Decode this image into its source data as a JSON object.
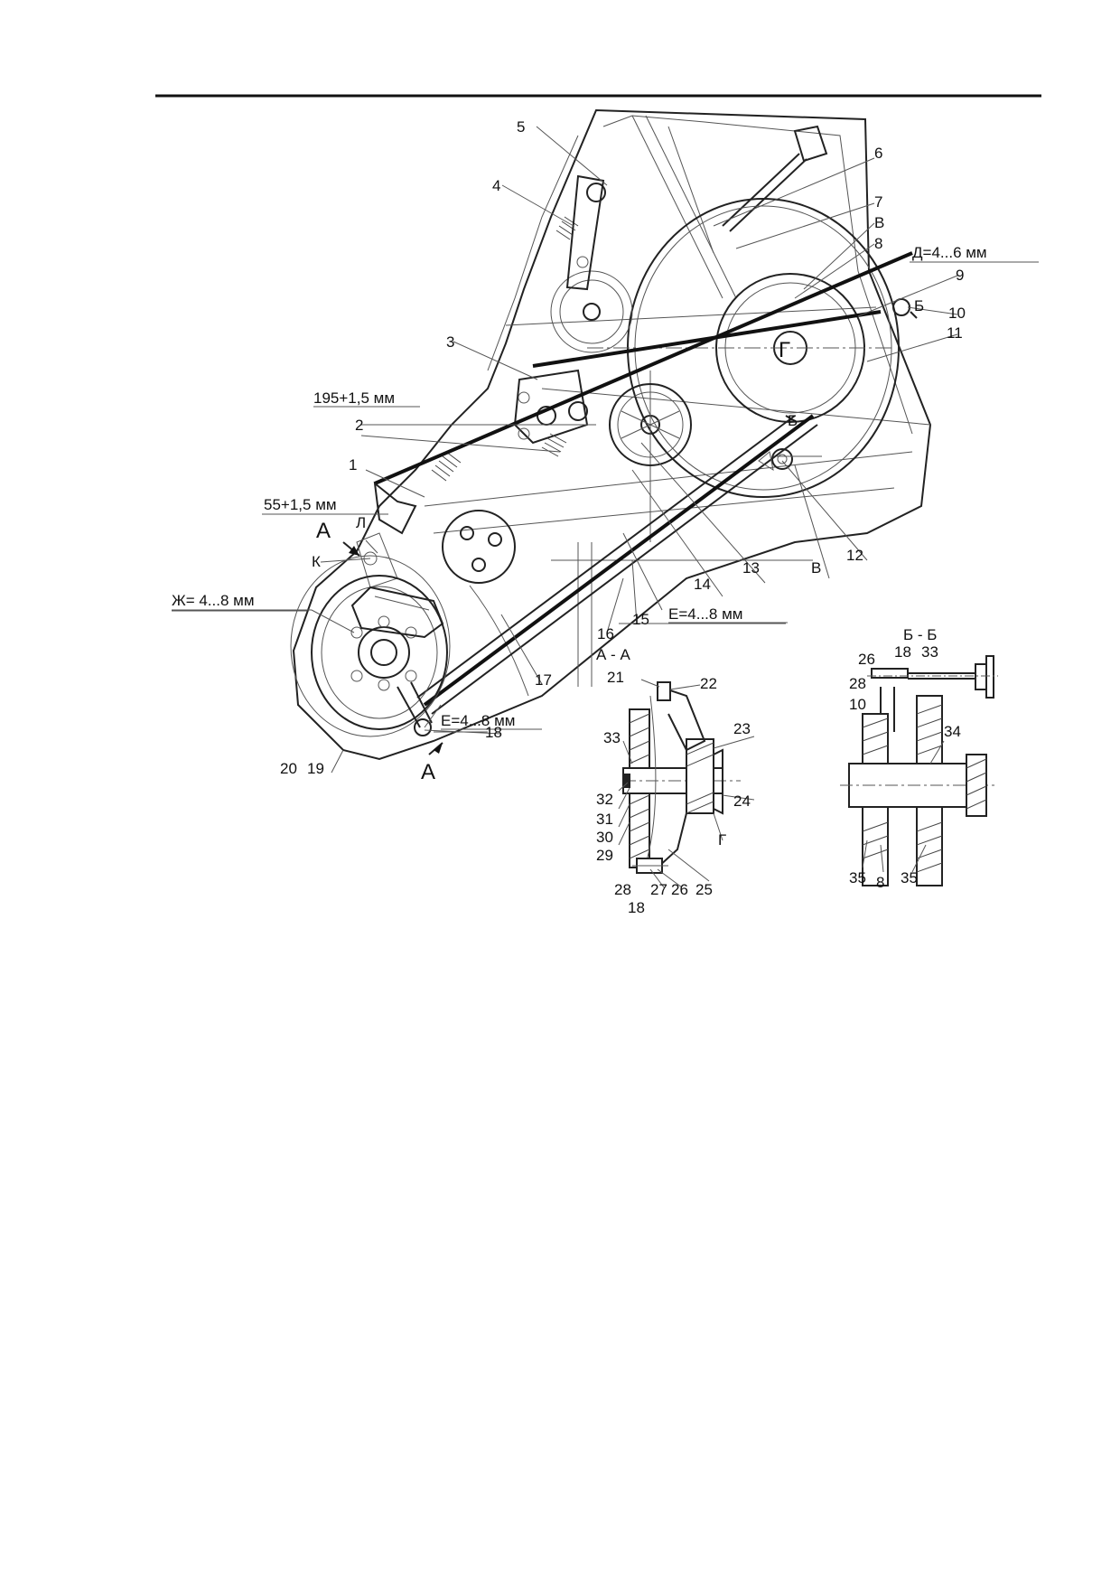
{
  "labels": {
    "l1": "1",
    "l2": "2",
    "l3": "3",
    "l4": "4",
    "l5": "5",
    "l6": "6",
    "l7": "7",
    "l8": "8",
    "l9": "9",
    "l10": "10",
    "l11": "11",
    "l12": "12",
    "l13": "13",
    "l14": "14",
    "l15": "15",
    "l16": "16",
    "l17": "17",
    "l18": "18",
    "l19": "19",
    "l20": "20",
    "V1": "В",
    "V2": "В",
    "B1": "Б",
    "B2": "Б",
    "G1": "Г",
    "A1": "А",
    "A2": "А",
    "K": "К",
    "L": "Л"
  },
  "dimensions": {
    "d195": "195+1,5 мм",
    "d55": "55+1,5 мм",
    "dD": "Д=4...6 мм",
    "dZh": "Ж= 4...8 мм",
    "dE1": "Е=4...8 мм",
    "dE2": "Е=4...8 мм"
  },
  "sectionAA": {
    "title": "А - А",
    "l21": "21",
    "l22": "22",
    "l23": "23",
    "l24": "24",
    "l25": "25",
    "l26": "26",
    "l27": "27",
    "l28": "28",
    "l18": "18",
    "l29": "29",
    "l30": "30",
    "l31": "31",
    "l32": "32",
    "l33": "33",
    "G": "Г"
  },
  "sectionBB": {
    "title": "Б - Б",
    "l26": "26",
    "l18": "18",
    "l33": "33",
    "l28": "28",
    "l10": "10",
    "l34": "34",
    "l35a": "35",
    "l8": "8",
    "l35b": "35"
  }
}
